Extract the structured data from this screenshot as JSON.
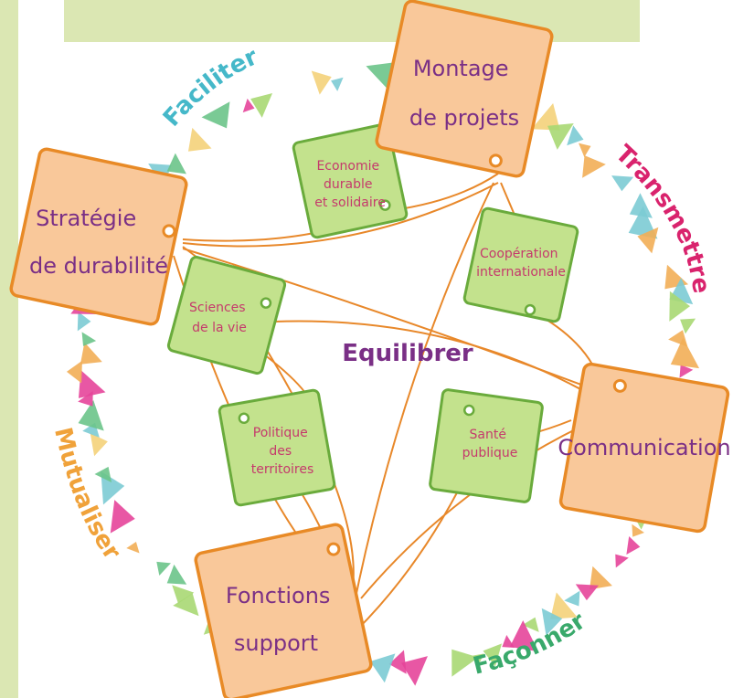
{
  "colors": {
    "left_strip": "#dbe7b3",
    "top_banner": "#dbe7b3",
    "orange_fill": "#f9c89a",
    "orange_stroke": "#e88a26",
    "green_fill": "#c3e28d",
    "green_stroke": "#6aab3c",
    "line": "#e8882a",
    "center": "#7a2f86",
    "faciliter": "#45b8c9",
    "transmettre": "#d9236d",
    "faconner": "#39a96b",
    "mutualiser": "#f0a23a"
  },
  "center": {
    "label": "Equilibrer"
  },
  "main_nodes": [
    {
      "id": "montage",
      "lines": [
        "Montage",
        "de projets"
      ]
    },
    {
      "id": "strategie",
      "lines": [
        "Stratégie",
        "de durabilité"
      ]
    },
    {
      "id": "communication",
      "lines": [
        "Communication"
      ]
    },
    {
      "id": "fonctions",
      "lines": [
        "Fonctions",
        "support"
      ]
    }
  ],
  "sub_nodes": [
    {
      "id": "economie",
      "lines": [
        "Economie",
        "durable",
        "et solidaire"
      ]
    },
    {
      "id": "cooperation",
      "lines": [
        "Coopération",
        "internationale"
      ]
    },
    {
      "id": "sciences",
      "lines": [
        "Sciences",
        "de la vie"
      ]
    },
    {
      "id": "politique",
      "lines": [
        "Politique",
        "des",
        "territoires"
      ]
    },
    {
      "id": "sante",
      "lines": [
        "Santé",
        "publique"
      ]
    }
  ],
  "arc_labels": {
    "faciliter": "Faciliter",
    "transmettre": "Transmettre",
    "faconner": "Façonner",
    "mutualiser": "Mutualiser"
  }
}
